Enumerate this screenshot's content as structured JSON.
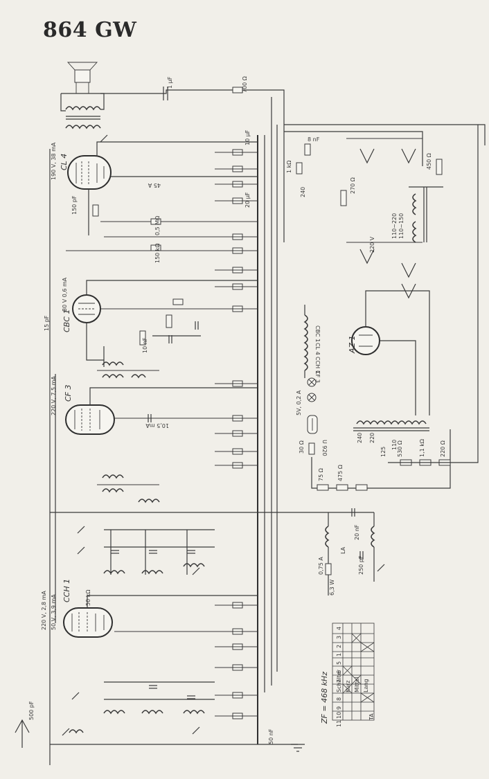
{
  "title": "864 GW",
  "tubes": {
    "output": "CL 4",
    "detector": "CBC 1",
    "if_amp": "CF 3",
    "mixer": "CCH 1",
    "rectifier": "AZ 1"
  },
  "ballast": {
    "tube": "U 920"
  },
  "lamps": {
    "label": "5V, 0,2 A"
  },
  "dial_labels": {
    "heater_chain": [
      "CBC 1",
      "CL 4",
      "CCH 1",
      "CF 3"
    ]
  },
  "components": {
    "c_out": "1 μF",
    "r_top": "700 Ω",
    "cl4_supply": "190 V, 38 mA",
    "c_screen": "10 μF",
    "r_cath": "45 A",
    "c_150pf": "150 pF",
    "r_05": "0,5 MΩ",
    "r_150k": "150 kΩ",
    "cbc_v": "80 V 0,6 mA",
    "c_15pf": "15 pF",
    "cf3_supply": "220 V, 7,5 mA",
    "cf3_cath": "10,5 mA",
    "cch_supply": "220 V, 2,8 mA",
    "cch_screen": "50 V, 3,9 mA",
    "r_50k": "50 kΩ",
    "c_500pf": "500 pF",
    "c_20nf": "20 nF",
    "la_label": "LA",
    "res_0_75": "0,75 A",
    "lamp_63": "6,3 W",
    "c_250pf": "250 pF",
    "r_75": "75 Ω",
    "r_475": "475 Ω",
    "r_30": "30 Ω",
    "r_530": "530 Ω",
    "r_11k": "1,1 kΩ",
    "r_220": "220 Ω",
    "r_450": "450 Ω",
    "r_270": "270 Ω",
    "v_240": "240",
    "v_220": "220",
    "v_125": "125",
    "v_110": "110",
    "mains_1": "110~220",
    "mains_2": "110~150",
    "v_220v": "220 V",
    "r_1k": "1 kΩ",
    "c_8nf": "8 nF",
    "c_10nf": "10 nF",
    "c_50nf": "50 nF",
    "c_20uf": "20 μF"
  },
  "if_label": "ZF = 468 kHz",
  "switch_table": {
    "header": [
      "Schalter",
      "1",
      "2",
      "3",
      "4",
      "5",
      "6",
      "7",
      "8",
      "9",
      "10",
      "11"
    ],
    "rows": [
      "Kurz",
      "Mittel",
      "Lang",
      "TA"
    ]
  }
}
